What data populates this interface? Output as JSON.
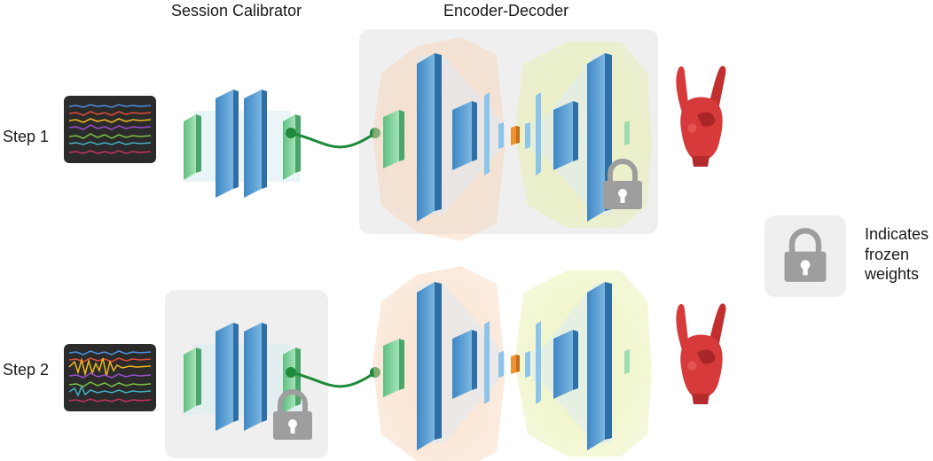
{
  "titles": {
    "session_calibrator": "Session Calibrator",
    "encoder_decoder": "Encoder-Decoder"
  },
  "steps": [
    {
      "label": "Step 1",
      "frozen": "encoder-decoder"
    },
    {
      "label": "Step 2",
      "frozen": "session-calibrator"
    }
  ],
  "legend": {
    "text": "Indicates frozen weights",
    "icon": "lock-icon"
  },
  "colors": {
    "layer_blue": "#5aa0d2",
    "layer_green": "#7fd09a",
    "bottleneck_orange": "#f0922f",
    "connector_green": "#1e8a3a",
    "hand_red": "#d63a3a",
    "frozen_panel": "#efefef",
    "lock_gray": "#9e9e9e",
    "signal_bg": "#2b2b2b"
  }
}
